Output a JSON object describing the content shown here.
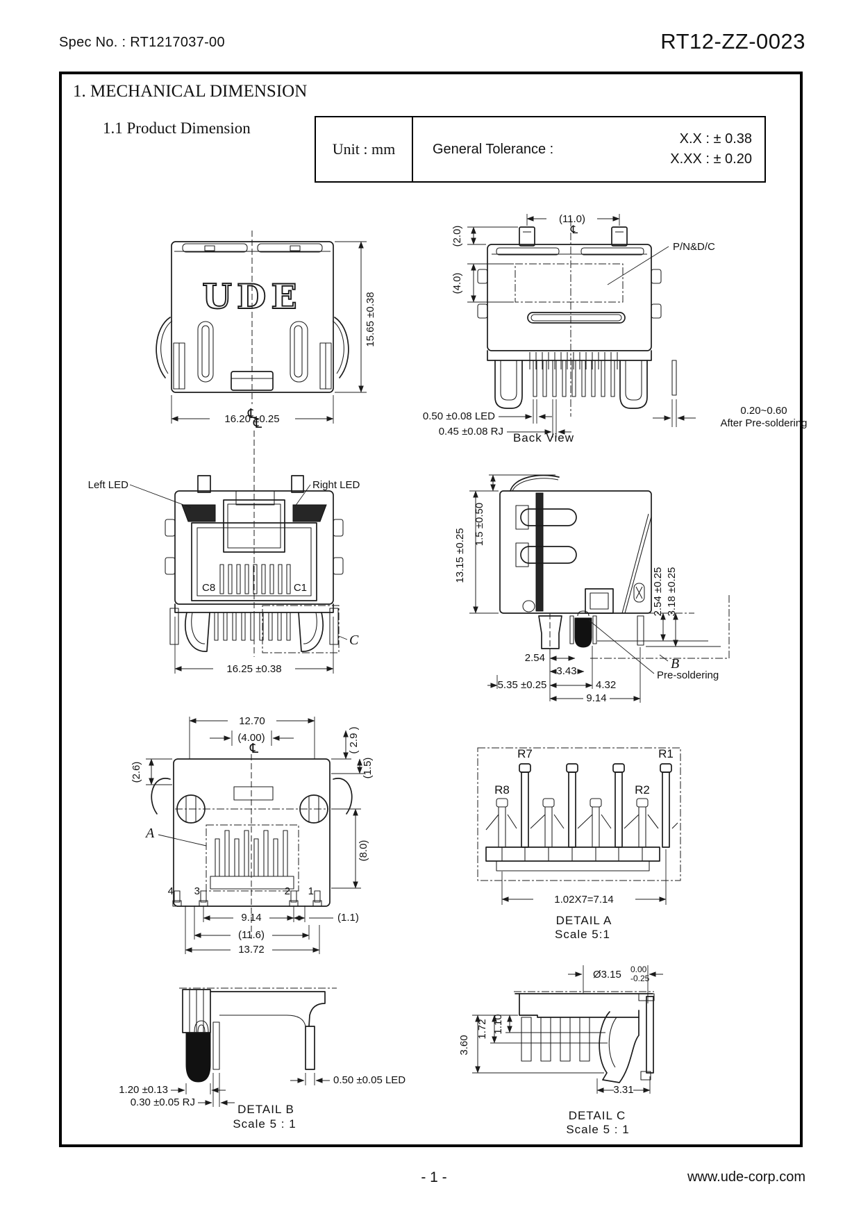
{
  "page": {
    "spec_no": "Spec No. : RT1217037-00",
    "part_no": "RT12-ZZ-0023",
    "page_num": "- 1 -",
    "website": "www.ude-corp.com"
  },
  "section": {
    "title": "1. MECHANICAL DIMENSION",
    "subtitle": "1.1 Product Dimension"
  },
  "tolerance": {
    "unit": "Unit : mm",
    "label": "General Tolerance :",
    "line1": "X.X : ± 0.38",
    "line2": "X.XX : ± 0.20"
  },
  "top_view": {
    "logo": "UDE",
    "height": "15.65 ±0.38",
    "width": "16.20 ±0.25",
    "centerline": "℄"
  },
  "back_view": {
    "caption": "Back View",
    "w_pegs": "(11.0)",
    "h_top": "(2.0)",
    "h_mid": "(4.0)",
    "pn": "P/N&D/C",
    "led": "0.50 ±0.08 LED",
    "rj": "0.45 ±0.08 RJ",
    "after1": "0.20~0.60",
    "after2": "After Pre-soldering",
    "centerline": "℄"
  },
  "front_view": {
    "left_led": "Left LED",
    "right_led": "Right LED",
    "c8": "C8",
    "c1": "C1",
    "width": "16.25 ±0.38",
    "callout_c": "C",
    "centerline": "℄"
  },
  "side_view": {
    "height": "13.15 ±0.25",
    "tab": "1.5 ±0.50",
    "pitch1": "2.54 ±0.25",
    "pitch2": "3.18 ±0.25",
    "d254": "2.54",
    "d343": "3.43",
    "d535": "5.35 ±0.25",
    "d432": "4.32",
    "d914": "9.14",
    "callout_b": "B",
    "presolder": "Pre-soldering"
  },
  "bottom_view": {
    "w1270": "12.70",
    "w400": "(4.00)",
    "h26": "(2.6)",
    "h29": "( 2.9 )",
    "h15": "(1.5)",
    "h80": "(8.0)",
    "callout_a": "A",
    "pin4": "4",
    "pin3": "3",
    "pin2": "2",
    "pin1": "1",
    "d914": "9.14",
    "d11": "(1.1)",
    "d116": "(11.6)",
    "d1372": "13.72",
    "centerline": "℄"
  },
  "detail_a": {
    "r7": "R7",
    "r1": "R1",
    "r8": "R8",
    "r2": "R2",
    "pitch": "1.02X7=7.14",
    "caption": "DETAIL A",
    "scale": "Scale 5:1"
  },
  "detail_b": {
    "d120": "1.20 ±0.13",
    "d030": "0.30 ±0.05 RJ",
    "d050": "0.50 ±0.05 LED",
    "caption": "DETAIL B",
    "scale": "Scale 5 : 1"
  },
  "detail_c": {
    "dia": "Ø3.15",
    "tol_hi": "0.00",
    "tol_lo": "-0.25",
    "d360": "3.60",
    "d172": "1.72",
    "d110": "1.10",
    "d331": "3.31",
    "caption": "DETAIL C",
    "scale": "Scale 5 : 1"
  }
}
